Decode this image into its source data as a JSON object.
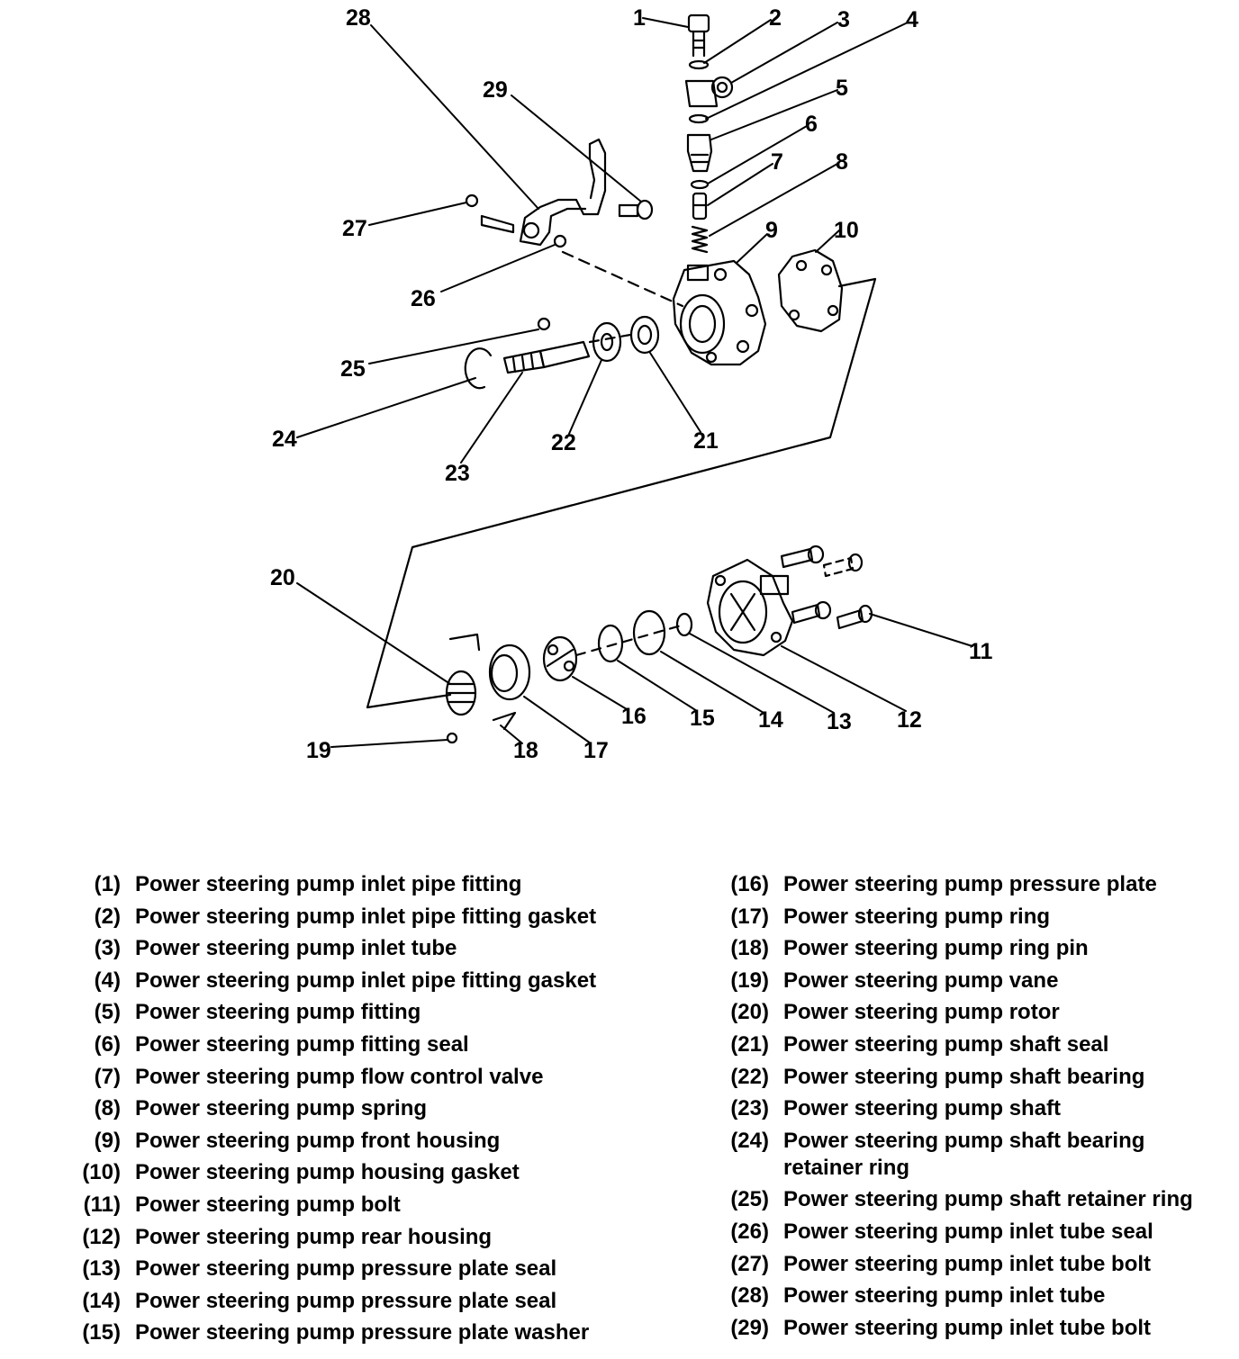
{
  "callouts": [
    "1",
    "2",
    "3",
    "4",
    "5",
    "6",
    "7",
    "8",
    "9",
    "10",
    "11",
    "12",
    "13",
    "14",
    "15",
    "16",
    "17",
    "18",
    "19",
    "20",
    "21",
    "22",
    "23",
    "24",
    "25",
    "26",
    "27",
    "28",
    "29"
  ],
  "legend": {
    "left": [
      {
        "num": "(1)",
        "text": "Power steering pump inlet pipe fitting"
      },
      {
        "num": "(2)",
        "text": "Power steering pump inlet pipe fitting gasket"
      },
      {
        "num": "(3)",
        "text": "Power steering pump inlet tube"
      },
      {
        "num": "(4)",
        "text": "Power steering pump inlet pipe fitting gasket"
      },
      {
        "num": "(5)",
        "text": "Power steering pump fitting"
      },
      {
        "num": "(6)",
        "text": "Power steering pump fitting seal"
      },
      {
        "num": "(7)",
        "text": "Power steering pump flow control valve"
      },
      {
        "num": "(8)",
        "text": "Power steering pump spring"
      },
      {
        "num": "(9)",
        "text": "Power steering pump front housing"
      },
      {
        "num": "(10)",
        "text": "Power steering pump housing gasket"
      },
      {
        "num": "(11)",
        "text": "Power steering pump bolt"
      },
      {
        "num": "(12)",
        "text": "Power steering pump rear housing"
      },
      {
        "num": "(13)",
        "text": "Power steering pump pressure plate seal"
      },
      {
        "num": "(14)",
        "text": "Power steering pump pressure plate seal"
      },
      {
        "num": "(15)",
        "text": "Power steering pump pressure plate washer"
      }
    ],
    "right": [
      {
        "num": "(16)",
        "text": "Power steering pump pressure plate"
      },
      {
        "num": "(17)",
        "text": "Power steering pump ring"
      },
      {
        "num": "(18)",
        "text": "Power steering pump ring pin"
      },
      {
        "num": "(19)",
        "text": "Power steering pump vane"
      },
      {
        "num": "(20)",
        "text": "Power steering pump rotor"
      },
      {
        "num": "(21)",
        "text": "Power steering pump shaft seal"
      },
      {
        "num": "(22)",
        "text": "Power steering pump shaft bearing"
      },
      {
        "num": "(23)",
        "text": "Power steering pump shaft"
      },
      {
        "num": "(24)",
        "text": "Power steering pump shaft bearing retainer ring"
      },
      {
        "num": "(25)",
        "text": "Power steering pump shaft retainer ring"
      },
      {
        "num": "(26)",
        "text": "Power steering pump inlet tube seal"
      },
      {
        "num": "(27)",
        "text": "Power steering pump inlet tube bolt"
      },
      {
        "num": "(28)",
        "text": "Power steering pump inlet tube"
      },
      {
        "num": "(29)",
        "text": "Power steering pump inlet tube bolt"
      }
    ]
  }
}
